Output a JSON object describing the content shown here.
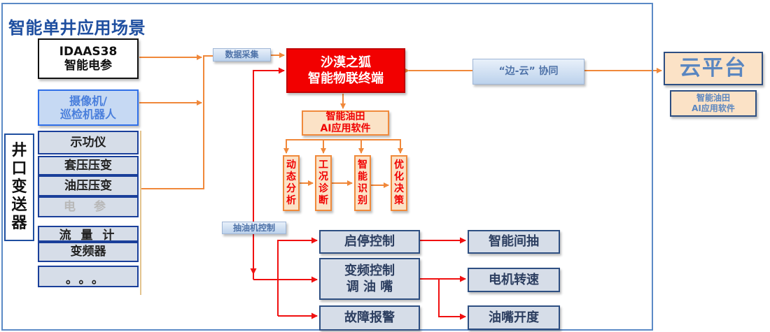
{
  "title": "智能单井应用场景",
  "sources": {
    "idaas": [
      "IDAAS38",
      "智能电参"
    ],
    "camera": [
      "摄像机/",
      "巡检机器人"
    ]
  },
  "wellhead": {
    "label_chars": [
      "井",
      "口",
      "变",
      "送",
      "器"
    ],
    "sensors": [
      "示功仪",
      "套压压变",
      "油压压变",
      "电 参",
      "流 量 计",
      "变频器",
      "。。。"
    ]
  },
  "tags": {
    "data_collection": "数据采集",
    "pump_control": "抽油机控制",
    "edge_cloud": "“边-云” 协同"
  },
  "terminal": [
    "沙漠之狐",
    "智能物联终端"
  ],
  "ai_software": [
    "智能油田",
    "AI应用软件"
  ],
  "pipeline_steps": [
    {
      "label": "动态分析",
      "chars": [
        "动",
        "态",
        "分",
        "析"
      ]
    },
    {
      "label": "工况诊断",
      "chars": [
        "工",
        "况",
        "诊",
        "断"
      ]
    },
    {
      "label": "智能识别",
      "chars": [
        "智",
        "能",
        "识",
        "别"
      ]
    },
    {
      "label": "优化决策",
      "chars": [
        "优",
        "化",
        "决",
        "策"
      ]
    }
  ],
  "controls": {
    "start_stop": "启停控制",
    "vfd": [
      "变频控制",
      "调 油 嘴"
    ],
    "fault_alarm": "故障报警"
  },
  "results": {
    "intermittent": "智能间抽",
    "motor_speed": "电机转速",
    "choke_opening": "油嘴开度"
  },
  "cloud": {
    "platform": "云平台",
    "software": [
      "智能油田",
      "AI应用软件"
    ]
  },
  "colors": {
    "frame": "#5b8ac6",
    "orange_link": "#f0883a",
    "red_link": "#f01010",
    "terminal_red": "#f20000",
    "title_blue": "#1f4fa0"
  }
}
